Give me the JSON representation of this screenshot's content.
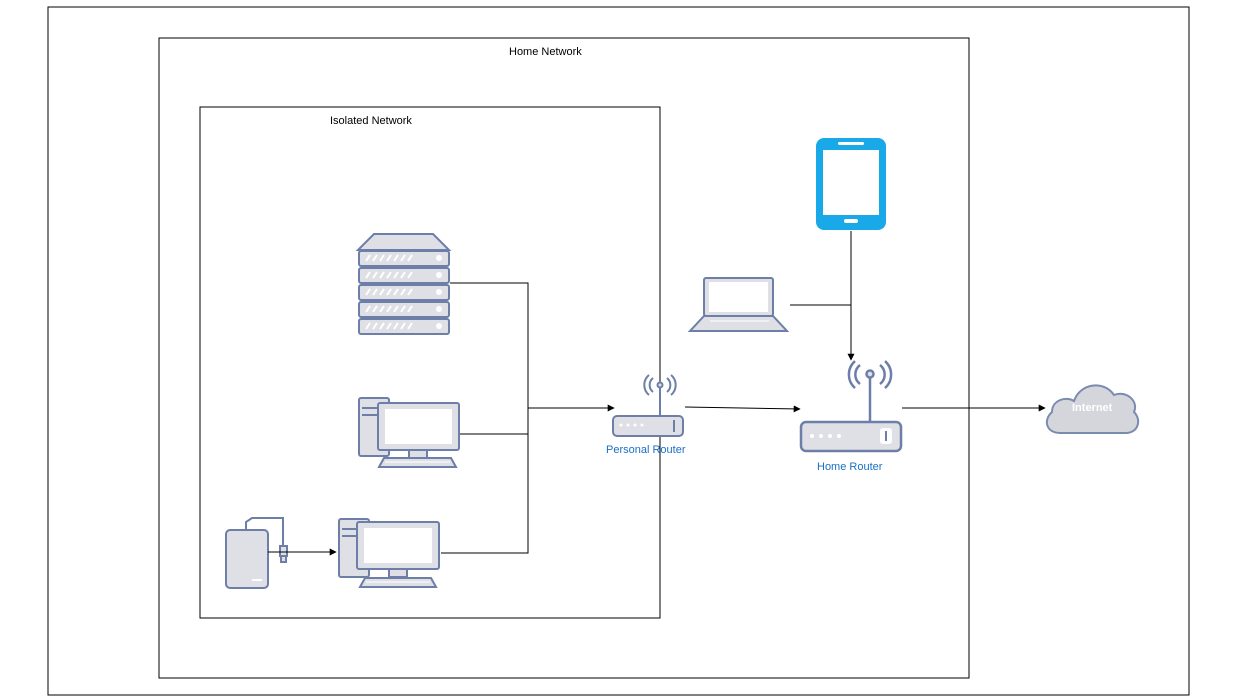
{
  "zones": {
    "home_network": "Home Network",
    "isolated_network": "Isolated Network"
  },
  "devices": {
    "personal_router": "Personal Router",
    "home_router": "Home Router",
    "internet": "Internet"
  },
  "colors": {
    "device_fill": "#dfe0e5",
    "device_stroke": "#6d7ea8",
    "cloud_fill": "#d4d6db",
    "cloud_stroke": "#7b8bb0",
    "tablet_blue": "#19a9e8",
    "label_blue": "#1a6fc4",
    "line": "#000000"
  },
  "icons": [
    "server-icon",
    "desktop-computer-icon",
    "external-drive-icon",
    "laptop-icon",
    "tablet-icon",
    "wireless-router-icon",
    "cloud-icon"
  ]
}
